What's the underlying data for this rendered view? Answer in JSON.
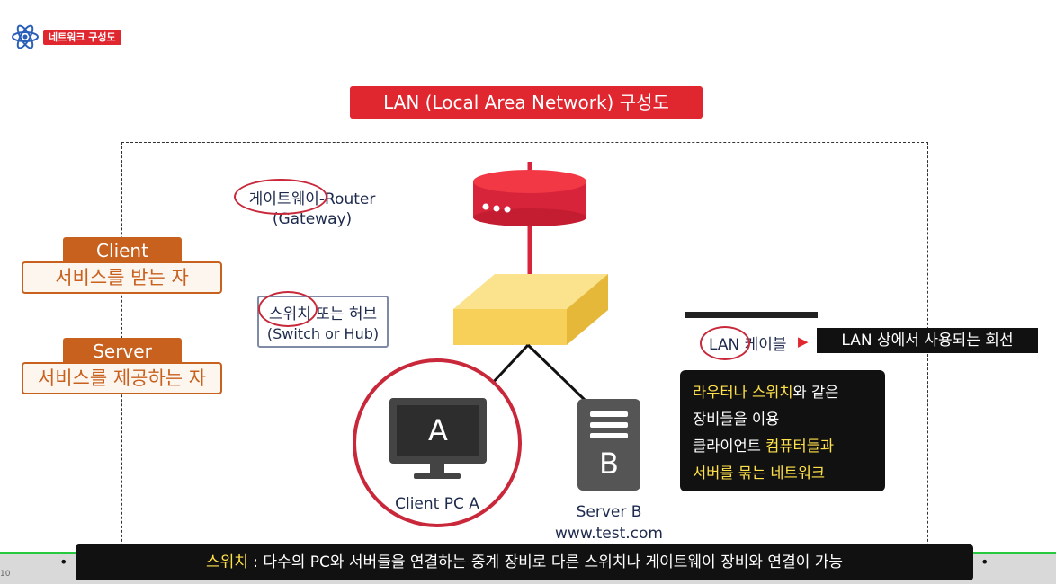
{
  "header": {
    "badge": "네트워크 구성도"
  },
  "title": "LAN (Local Area Network) 구성도",
  "left_labels": {
    "client_title": "Client",
    "client_desc": "서비스를 받는 자",
    "server_title": "Server",
    "server_desc": "서비스를 제공하는 자"
  },
  "gateway": {
    "name_kr": "게이트웨이",
    "name_en": "-Router",
    "sub": "(Gateway)"
  },
  "switch": {
    "name_kr": "스위치",
    "name_rest": " 또는 허브",
    "sub": "(Switch or Hub)"
  },
  "client_pc": {
    "letter": "A",
    "label": "Client PC A"
  },
  "server": {
    "letter": "B",
    "label": "Server B",
    "domain": "www.test.com"
  },
  "lan_cable": {
    "label_lan": "LAN",
    "label_rest": " 케이블",
    "description": "LAN 상에서 사용되는 회선"
  },
  "info_box": {
    "line1_yellow": "라우터나 스위치",
    "line1_white": "와 같은",
    "line2": "장비들을 이용",
    "line3_white": "클라이언트 ",
    "line3_yellow": "컴퓨터들과",
    "line4_yellow": "서버를 묶는 네트워크"
  },
  "caption": {
    "highlight": "스위치",
    "text": " : 다수의 PC와 서버들을 연결하는 중계 장비로 다른 스위치나 게이트웨이 장비와 연결이 가능"
  },
  "timecode": "10",
  "colors": {
    "red": "#e0262f",
    "orange": "#c8601e",
    "navy": "#1d2a4d",
    "yellow": "#ffe14a",
    "green": "#27c93f"
  }
}
